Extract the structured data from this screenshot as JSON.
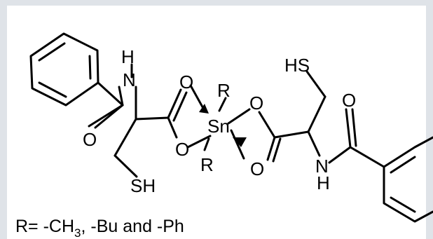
{
  "diagram": {
    "atoms": {
      "n_left": "N",
      "h_left": "H",
      "o_carbonyl_left": "O",
      "o_acid_top_left": "O",
      "o_acid_bottom_left": "O",
      "sh_left": "SH",
      "sn_center": "Sn",
      "r_top": "R",
      "r_bottom": "R",
      "o_acid_top_right": "O",
      "o_acid_bottom_right": "O",
      "hs_right": "HS",
      "o_carbonyl_right": "O",
      "n_right": "N",
      "h_right": "H"
    },
    "legend": {
      "prefix": "R= -CH",
      "subscript": "3",
      "suffix": ", -Bu and -Ph"
    }
  }
}
